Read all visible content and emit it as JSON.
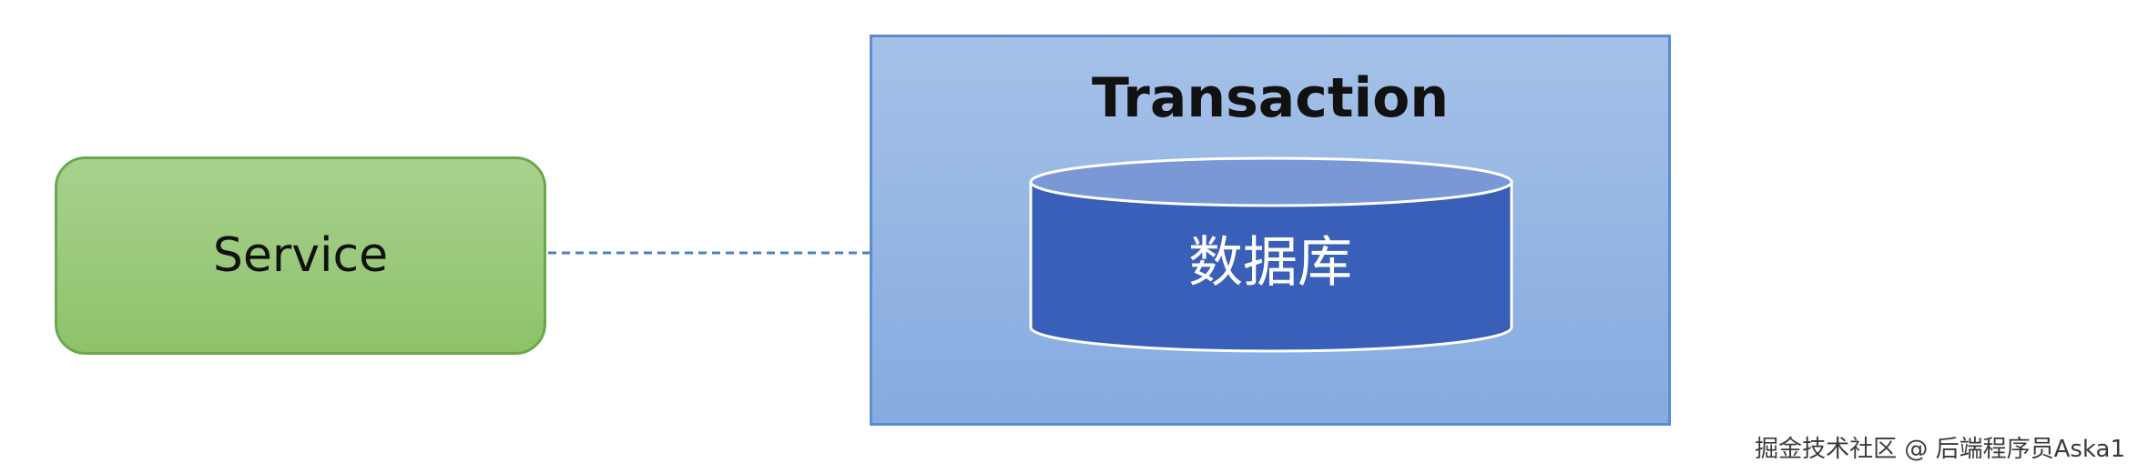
{
  "diagram": {
    "service": {
      "label": "Service"
    },
    "transaction": {
      "title": "Transaction"
    },
    "database": {
      "label": "数据库"
    },
    "connector": {
      "style": "dashed",
      "color": "#4f81bd"
    }
  },
  "watermark": {
    "text": "掘金技术社区 @ 后端程序员Aska1"
  },
  "colors": {
    "service_fill": "#9ccb7a",
    "service_border": "#6aa84f",
    "transaction_fill": "#95b7e4",
    "transaction_border": "#5b8bd0",
    "database_fill": "#3a5fb8",
    "database_top": "#7b98d6"
  }
}
